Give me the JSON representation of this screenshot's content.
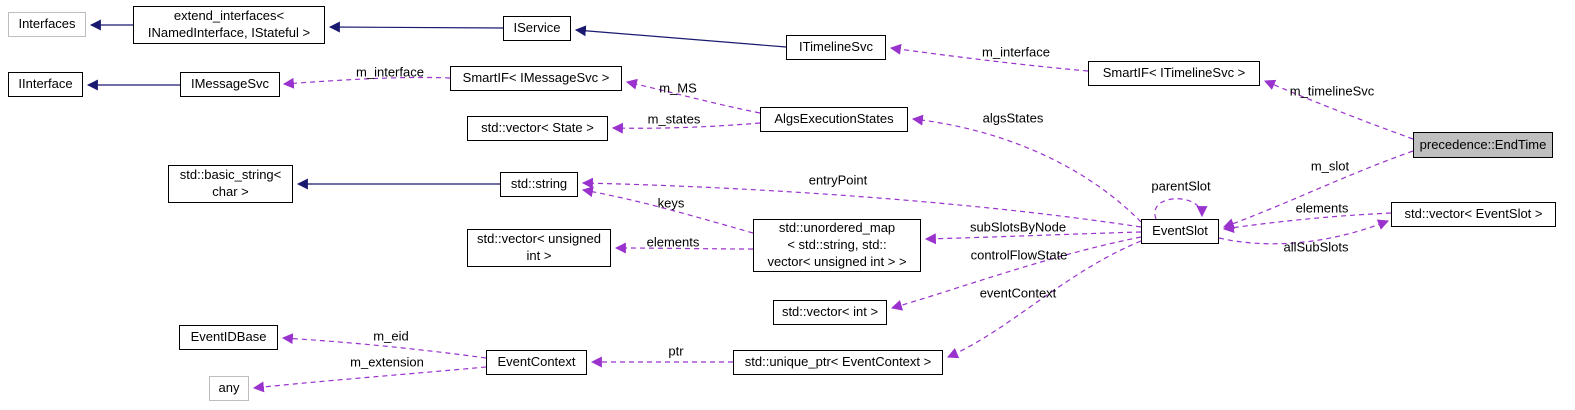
{
  "diagram": {
    "nodes": {
      "interfaces": "Interfaces",
      "extend_interfaces": "extend_interfaces<\nINamedInterface, IStateful >",
      "iservice": "IService",
      "itimelinesvc": "ITimelineSvc",
      "smartif_itimelinesvc": "SmartIF< ITimelineSvc >",
      "endtime": "precedence::EndTime",
      "iinterface": "IInterface",
      "imessagesvc": "IMessageSvc",
      "smartif_imessagesvc": "SmartIF< IMessageSvc >",
      "algs_execution_states": "AlgsExecutionStates",
      "vector_state": "std::vector< State >",
      "basic_string": "std::basic_string<\nchar >",
      "std_string": "std::string",
      "unordered_map": "std::unordered_map\n< std::string, std::\nvector< unsigned int > >",
      "vector_uint": "std::vector< unsigned\nint >",
      "eventslot": "EventSlot",
      "vector_eventslot": "std::vector< EventSlot >",
      "vector_int": "std::vector< int >",
      "unique_ptr_eventcontext": "std::unique_ptr< EventContext >",
      "eventcontext": "EventContext",
      "eventidbase": "EventIDBase",
      "any": "any"
    },
    "edge_labels": {
      "m_interface_message": "m_interface",
      "m_ms": "m_MS",
      "m_states": "m_states",
      "m_interface_timeline": "m_interface",
      "m_timeline_svc": "m_timelineSvc",
      "algs_states": "algsStates",
      "entry_point": "entryPoint",
      "keys": "keys",
      "elements_uint": "elements",
      "sub_slots_by_node": "subSlotsByNode",
      "control_flow_state": "controlFlowState",
      "parent_slot": "parentSlot",
      "m_slot": "m_slot",
      "elements_slot": "elements",
      "all_sub_slots": "allSubSlots",
      "event_context": "eventContext",
      "ptr": "ptr",
      "m_eid": "m_eid",
      "m_extension": "m_extension"
    },
    "colors": {
      "inheritance": "#191970",
      "usage": "#9a32cd",
      "node_border": "#000000",
      "node_background": "#ffffff",
      "main_node_background": "#bfbfbf",
      "external_node_border": "#bdbdbd"
    }
  }
}
